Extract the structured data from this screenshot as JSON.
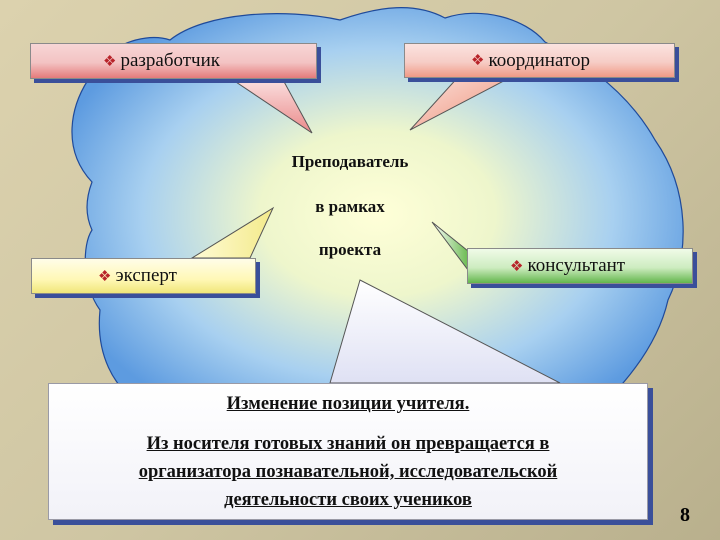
{
  "roles": {
    "developer": "разработчик",
    "coordinator": "координатор",
    "expert": "эксперт",
    "consultant": "консультант",
    "bullet": "❖"
  },
  "center": {
    "line1": "Преподаватель",
    "line2": "в рамках",
    "line3": "проекта"
  },
  "info": {
    "title": "Изменение позиции учителя.",
    "line1": "Из носителя готовых знаний он превращается в",
    "line2": "организатора познавательной, исследовательской",
    "line3": "деятельности своих учеников"
  },
  "page_number": "8",
  "colors": {
    "blob_fill": "#9cc4ee",
    "shadow": "#3a4f9a",
    "bullet": "#b8242a"
  }
}
